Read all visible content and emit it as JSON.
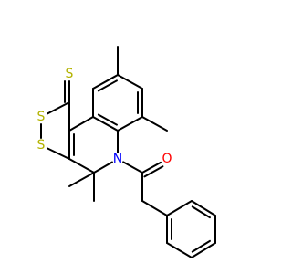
{
  "molecule": {
    "colors": {
      "bond": "#000000",
      "S": "#b3b300",
      "N": "#0000ff",
      "O": "#ff0000",
      "background": "#ffffff"
    },
    "atoms": [
      {
        "id": "S_thione",
        "symbol": "S",
        "label": "S"
      },
      {
        "id": "S_ring1",
        "symbol": "S",
        "label": "S"
      },
      {
        "id": "S_ring2",
        "symbol": "S",
        "label": "S"
      },
      {
        "id": "N_ring",
        "symbol": "N",
        "label": "N"
      },
      {
        "id": "O_carbonyl",
        "symbol": "O",
        "label": "O"
      }
    ]
  }
}
